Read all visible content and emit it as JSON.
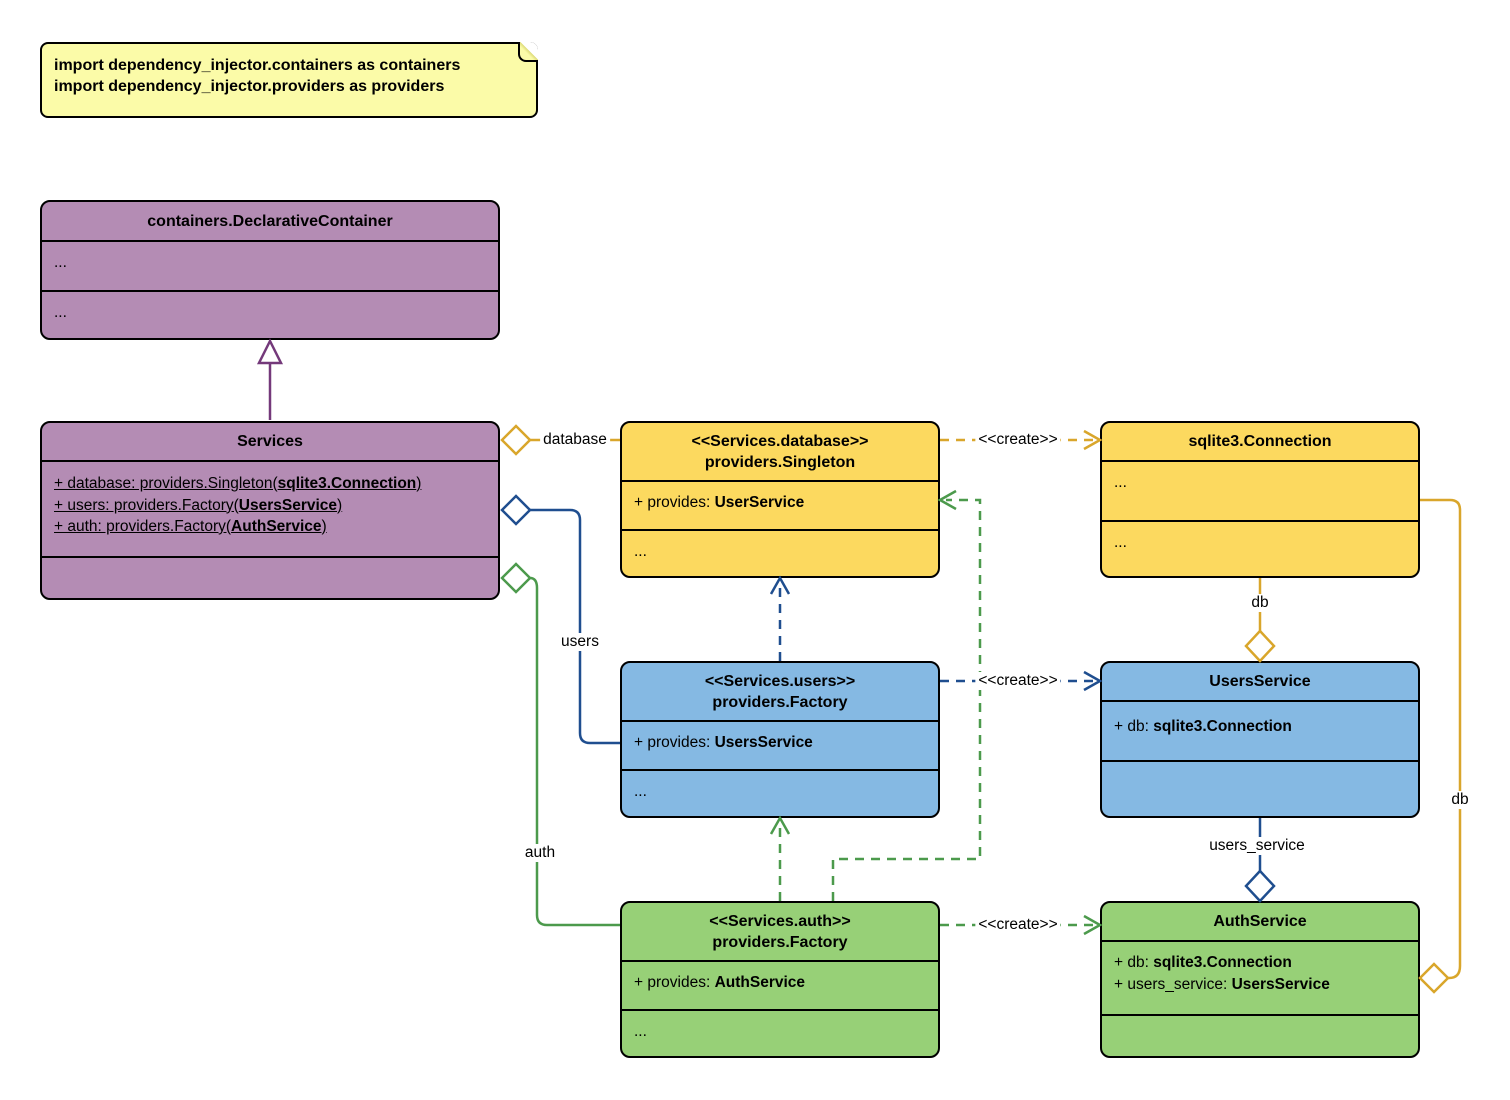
{
  "colors": {
    "purple-fill": "#B48CB4",
    "purple-line": "#74397A",
    "yellow-fill": "#FCD95F",
    "yellow-line": "#D9A62B",
    "blue-fill": "#85B9E3",
    "blue-line": "#1F4E8F",
    "green-fill": "#97D077",
    "green-line": "#4C9A4C",
    "note-fill": "#FBFBA8",
    "box-border": "#000000"
  },
  "note": {
    "line1": "import dependency_injector.containers as containers",
    "line2": "import dependency_injector.providers as providers"
  },
  "classes": {
    "declarative_container": {
      "title": "containers.DeclarativeContainer",
      "attributes_placeholder": "...",
      "methods_placeholder": "..."
    },
    "services": {
      "title": "Services",
      "attr1_pre": "+ database: providers.Singleton(",
      "attr1_type": "sqlite3.Connection",
      "attr1_post": ")",
      "attr2_pre": "+ users: providers.Factory(",
      "attr2_type": "UsersService",
      "attr2_post": ")",
      "attr3_pre": "+ auth: providers.Factory(",
      "attr3_type": "AuthService",
      "attr3_post": ")"
    },
    "database_singleton": {
      "stereotype": "<<Services.database>>",
      "title": "providers.Singleton",
      "attr_pre": "+ provides: ",
      "attr_type": "UserService",
      "placeholder": "..."
    },
    "sqlite_connection": {
      "title": "sqlite3.Connection",
      "attributes_placeholder": "...",
      "methods_placeholder": "..."
    },
    "users_factory": {
      "stereotype": "<<Services.users>>",
      "title": "providers.Factory",
      "attr_pre": "+ provides: ",
      "attr_type": "UsersService",
      "placeholder": "..."
    },
    "users_service": {
      "title": "UsersService",
      "attr_pre": "+ db: ",
      "attr_type": "sqlite3.Connection"
    },
    "auth_factory": {
      "stereotype": "<<Services.auth>>",
      "title": "providers.Factory",
      "attr_pre": "+ provides: ",
      "attr_type": "AuthService",
      "placeholder": "..."
    },
    "auth_service": {
      "title": "AuthService",
      "attr1_pre": "+ db: ",
      "attr1_type": "sqlite3.Connection",
      "attr2_pre": "+ users_service: ",
      "attr2_type": "UsersService"
    }
  },
  "edges": {
    "database_label": "database",
    "users_label": "users",
    "auth_label": "auth",
    "create_db_label": "<<create>>",
    "create_users_label": "<<create>>",
    "create_auth_label": "<<create>>",
    "db_label": "db",
    "db_right_label": "db",
    "users_service_label": "users_service"
  }
}
